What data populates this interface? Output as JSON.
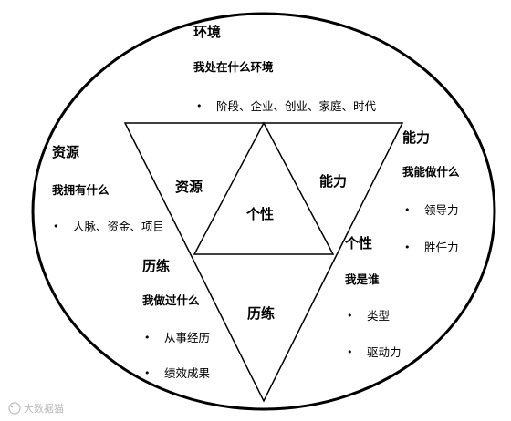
{
  "environment": {
    "title": "环境",
    "question": "我处在什么环境",
    "items": [
      "阶段、企业、创业、家庭、时代"
    ]
  },
  "resources": {
    "title": "资源",
    "question": "我拥有什么",
    "items": [
      "人脉、资金、项目"
    ]
  },
  "ability": {
    "title": "能力",
    "question": "我能做什么",
    "items": [
      "领导力",
      "胜任力"
    ]
  },
  "experience": {
    "title": "历练",
    "question": "我做过什么",
    "items": [
      "从事经历",
      "绩效成果"
    ]
  },
  "personality": {
    "title": "个性",
    "question": "我是谁",
    "items": [
      "类型",
      "驱动力"
    ]
  },
  "triangle_labels": {
    "left": "资源",
    "right": "能力",
    "center": "个性",
    "bottom": "历练"
  },
  "bullet": "•",
  "watermark": "大数据猫"
}
